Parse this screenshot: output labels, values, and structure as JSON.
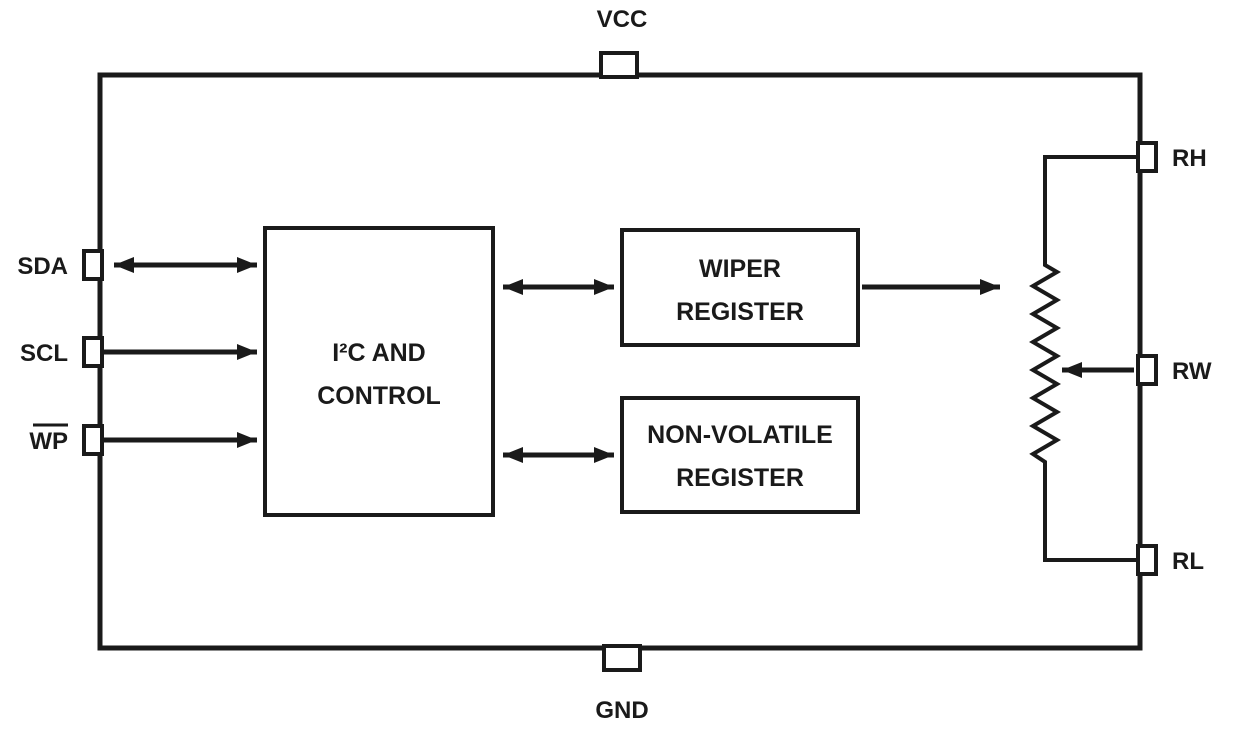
{
  "pins": {
    "vcc": "VCC",
    "gnd": "GND",
    "sda": "SDA",
    "scl": "SCL",
    "wp": "WP",
    "rh": "RH",
    "rw": "RW",
    "rl": "RL"
  },
  "blocks": {
    "i2c_control": {
      "line1": "I²C AND",
      "line2": "CONTROL"
    },
    "wiper_register": {
      "line1": "WIPER",
      "line2": "REGISTER"
    },
    "nonvolatile_register": {
      "line1": "NON-VOLATILE",
      "line2": "REGISTER"
    }
  }
}
